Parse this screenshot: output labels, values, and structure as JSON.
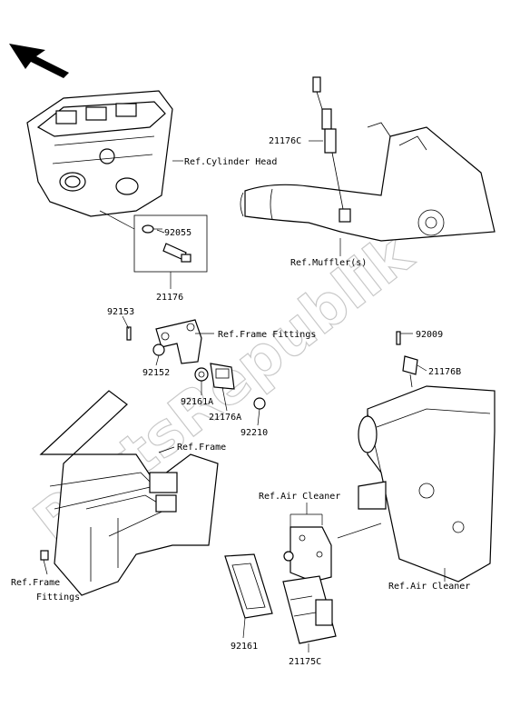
{
  "watermark": "PartsRepublik",
  "labels": {
    "cyl_head": "Ref.Cylinder Head",
    "p92055": "92055",
    "p21176": "21176",
    "p21176c": "21176C",
    "muffler": "Ref.Muffler(s)",
    "p92153": "92153",
    "frame_fittings_top": "Ref.Frame Fittings",
    "p92152": "92152",
    "p92161a": "92161A",
    "p21176a": "21176A",
    "p92210": "92210",
    "p92009": "92009",
    "p21176b": "21176B",
    "frame": "Ref.Frame",
    "air_cleaner_top": "Ref.Air Cleaner",
    "frame_fittings_bottom_1": "Ref.Frame",
    "frame_fittings_bottom_2": "Fittings",
    "air_cleaner_right": "Ref.Air Cleaner",
    "p92161": "92161",
    "p21175c": "21175C"
  }
}
